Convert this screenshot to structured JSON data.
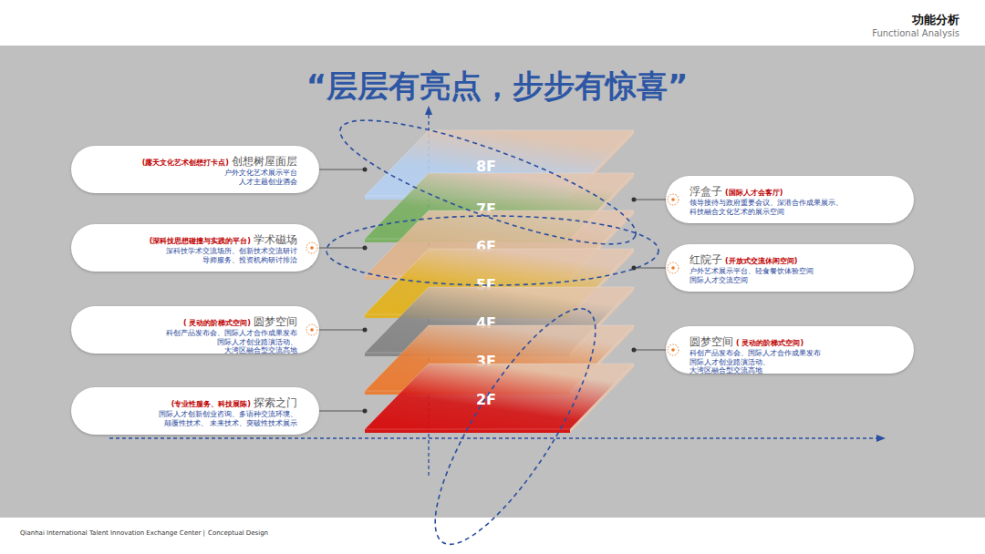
{
  "diagram": {
    "title": "“层层有亮点，步步有惊喜”",
    "nodes": [
      {
        "text": [
          "(露天文化艺术创想打卡点)",
          "创想树屋面层",
          "户外文化艺术展示平台 人才主题创业酒会"
        ]
      },
      {
        "text": [
          "(深科技思想碰撞与实践的平台)",
          "学术磁场",
          "深科技学术交流场所、创新技术交流研讨 导师服务、投资机构研讨排洽"
        ]
      },
      {
        "text": [
          "( 灵动的阶梯式空间)",
          "圆梦空间",
          "科创产品发布会、国际人才合作成果发布 国际人才创业路演活动、大湾区融合型交流高地"
        ]
      },
      {
        "text": [
          "(专业性服务、科技展陈)",
          "探索之门",
          "国际人才创新创业咨询、多语种交流环境、颠覆性技术、 未来技术、突破性技术展示"
        ]
      },
      {
        "text": [
          "8F"
        ]
      },
      {
        "text": [
          "7F"
        ]
      },
      {
        "text": [
          "6F"
        ]
      },
      {
        "text": [
          "5F"
        ]
      },
      {
        "text": [
          "4F"
        ]
      },
      {
        "text": [
          "3F"
        ]
      },
      {
        "text": [
          "2F"
        ]
      },
      {
        "text": [
          "浮盒子",
          "(国际人才会客厅)",
          "领导接待与政府重要会议、深港合作成果展示、 科技融合文化艺术的展示空间"
        ]
      },
      {
        "text": [
          "红院子",
          "(开放式交流休闲空间)",
          "户外艺术展示平台、轻食餐饮体验空间 国际人才交流空间"
        ]
      },
      {
        "text": [
          "圆梦空间",
          "( 灵动的阶梯式空间)",
          "科创产品发布会、国际人才合作成果发布 国际人才创业路演活动、大湾区融合型交流高地"
        ]
      }
    ],
    "edges": [
      {
        "from": 0,
        "to": 4,
        "arrow": "none"
      },
      {
        "from": 1,
        "to": 6,
        "arrow": "none"
      },
      {
        "from": 2,
        "to": 8,
        "arrow": "none"
      },
      {
        "from": 3,
        "to": 10,
        "arrow": "none"
      },
      {
        "from": 11,
        "to": 5,
        "arrow": "none"
      },
      {
        "from": 12,
        "to": 6,
        "arrow": "none"
      },
      {
        "from": 13,
        "to": 8,
        "arrow": "none"
      }
    ],
    "labels": [
      "功能分析",
      "Functional Analysis",
      "Qianhai International Talent Innovation Exchange Center |",
      "Conceptual Design"
    ]
  }
}
